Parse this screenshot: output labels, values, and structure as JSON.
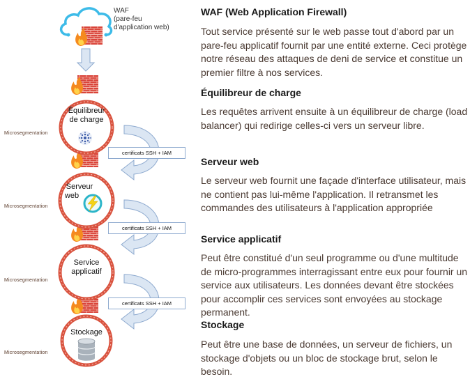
{
  "diagram": {
    "waf_label": [
      "WAF",
      "(pare-feu",
      "d'application web)"
    ],
    "nodes": [
      {
        "id": "load-balancer",
        "label_lines": [
          "Équilibreur",
          "de charge"
        ],
        "icon": "load-balancer-icon"
      },
      {
        "id": "web-server",
        "label_lines": [
          "Serveur",
          "web"
        ],
        "icon": "lightning-bolt-icon"
      },
      {
        "id": "app-service",
        "label_lines": [
          "Service",
          "applicatif"
        ],
        "icon": null
      },
      {
        "id": "storage",
        "label_lines": [
          "Stockage"
        ],
        "icon": "database-icon"
      }
    ],
    "microsegmentation_label": "Microsegmentation",
    "cert_label": "certificats SSH + IAM",
    "colors": {
      "cloud": "#3dbbe8",
      "brick": "#d9443a",
      "flame": "#f58a1f",
      "circle_border": "#d9533f",
      "arrow_fill": "#dbe6f3",
      "arrow_stroke": "#8eaacf"
    }
  },
  "sections": [
    {
      "title": "WAF (Web Application Firewall)",
      "body": "Tout service présenté sur le web passe tout d'abord par un pare-feu applicatif fournit par une entité externe. Ceci protège notre réseau des attaques de deni de service et constitue un premier filtre à nos services."
    },
    {
      "title": "Équilibreur de charge",
      "body": "Les requêtes arrivent ensuite à un équilibreur de charge (load balancer) qui redirige celles-ci vers un serveur libre."
    },
    {
      "title": "Serveur web",
      "body": "Le serveur web fournit une façade d'interface utilisateur, mais ne contient pas lui-même l'application. Il retransmet les commandes des utilisateurs à l'application appropriée"
    },
    {
      "title": "Service applicatif",
      "body": "Peut être constitué d'un seul programme ou d'une multitude de micro-programmes interragissant entre eux pour fournir un service aux utilisateurs.  Les données devant être stockées pour accomplir ces services sont envoyées au stockage permanent."
    },
    {
      "title": "Stockage",
      "body": "Peut être une base de données, un serveur de fichiers, un stockage d'objets ou un bloc de stockage brut, selon le besoin."
    }
  ]
}
